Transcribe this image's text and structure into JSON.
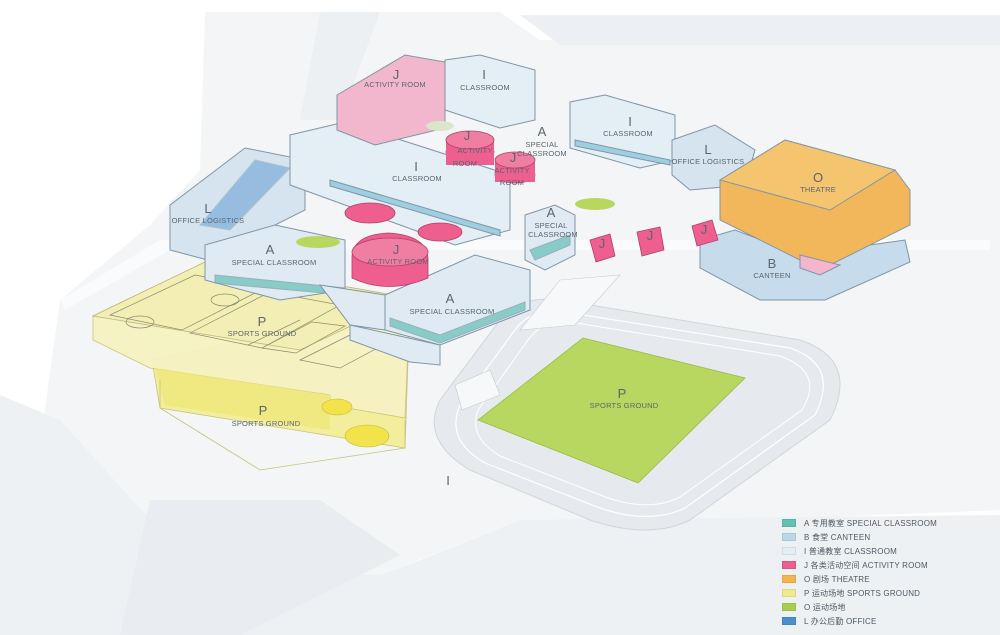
{
  "legend": [
    {
      "text": "A 专用教室 SPECIAL CLASSROOM",
      "color": "#63c0b4"
    },
    {
      "text": "B 食堂 CANTEEN",
      "color": "#b9d8ea"
    },
    {
      "text": "I 普通教室 CLASSROOM",
      "color": "#e3eef5"
    },
    {
      "text": "J 各类活动空间 ACTIVITY ROOM",
      "color": "#ee5e8e"
    },
    {
      "text": "O 剧场 THEATRE",
      "color": "#f4b550"
    },
    {
      "text": "P 运动场地 SPORTS GROUND",
      "color": "#eeea8e"
    },
    {
      "text": "O 运动场地 ",
      "color": "#a9cd4f"
    },
    {
      "text": "L 办公后勤 OFFICE",
      "color": "#4b8fd0"
    }
  ],
  "labels": {
    "j1": {
      "letter": "J",
      "name": "ACTIVITY ROOM"
    },
    "i1": {
      "letter": "I",
      "name": "CLASSROOM"
    },
    "i2": {
      "letter": "I",
      "name": "CLASSROOM"
    },
    "i3": {
      "letter": "I",
      "name": "CLASSROOM"
    },
    "a1_letter": "A",
    "a1_name1": "SPECIAL",
    "a1_name2": "CLASSROOM",
    "j2_letter": "J",
    "j2_name": "ACTIVITY",
    "j2_name2": "ROOM",
    "j3_letter": "J",
    "j3_name": "ACTIVITY",
    "j3_name2": "ROOM",
    "l1": {
      "letter": "L",
      "name": "OFFICE LOGISTICS"
    },
    "l2": {
      "letter": "L",
      "name": "OFFICE LOGISTICS"
    },
    "o": {
      "letter": "O",
      "name": "THEATRE"
    },
    "a2_letter": "A",
    "a2_name1": "SPECIAL",
    "a2_name2": "CLASSROOM",
    "a3": {
      "letter": "A",
      "name": "SPECIAL  CLASSROOM"
    },
    "j4": {
      "letter": "J",
      "name": "ACTIVITY ROOM"
    },
    "a4": {
      "letter": "A",
      "name": "SPECIAL CLASSROOM"
    },
    "b": {
      "letter": "B",
      "name": "CANTEEN"
    },
    "j5": "J",
    "j6": "J",
    "j7": "J",
    "p1": {
      "letter": "P",
      "name": "SPORTS GROUND"
    },
    "p2": {
      "letter": "P",
      "name": "SPORTS GROUND"
    },
    "p3": {
      "letter": "P",
      "name": "SPORTS GROUND"
    },
    "i4": "I"
  }
}
